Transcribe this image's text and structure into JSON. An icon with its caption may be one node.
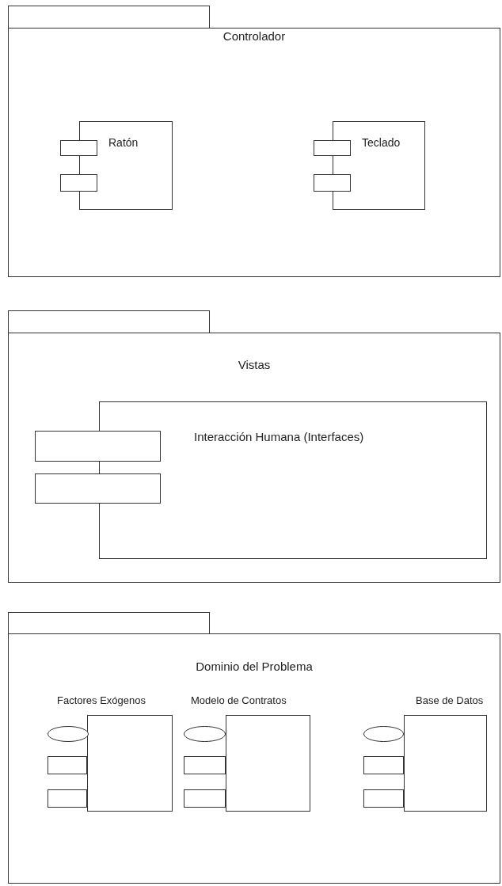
{
  "diagram": {
    "nodes": [
      {
        "text": [
          "Controlador"
        ]
      },
      {
        "text": [
          "Ratón"
        ],
        "in": 0
      },
      {
        "text": [
          "Teclado"
        ],
        "in": 0
      },
      {
        "text": [
          "Vistas"
        ]
      },
      {
        "text": [
          "Interacción Humana (Interfaces)"
        ],
        "in": 3
      },
      {
        "text": [
          "Dominio del Problema"
        ]
      },
      {
        "text": [
          "Factores Exógenos"
        ],
        "in": 5
      },
      {
        "text": [
          "Modelo de Contratos"
        ],
        "in": 5
      },
      {
        "text": [
          "Base de Datos"
        ],
        "in": 5
      }
    ]
  }
}
